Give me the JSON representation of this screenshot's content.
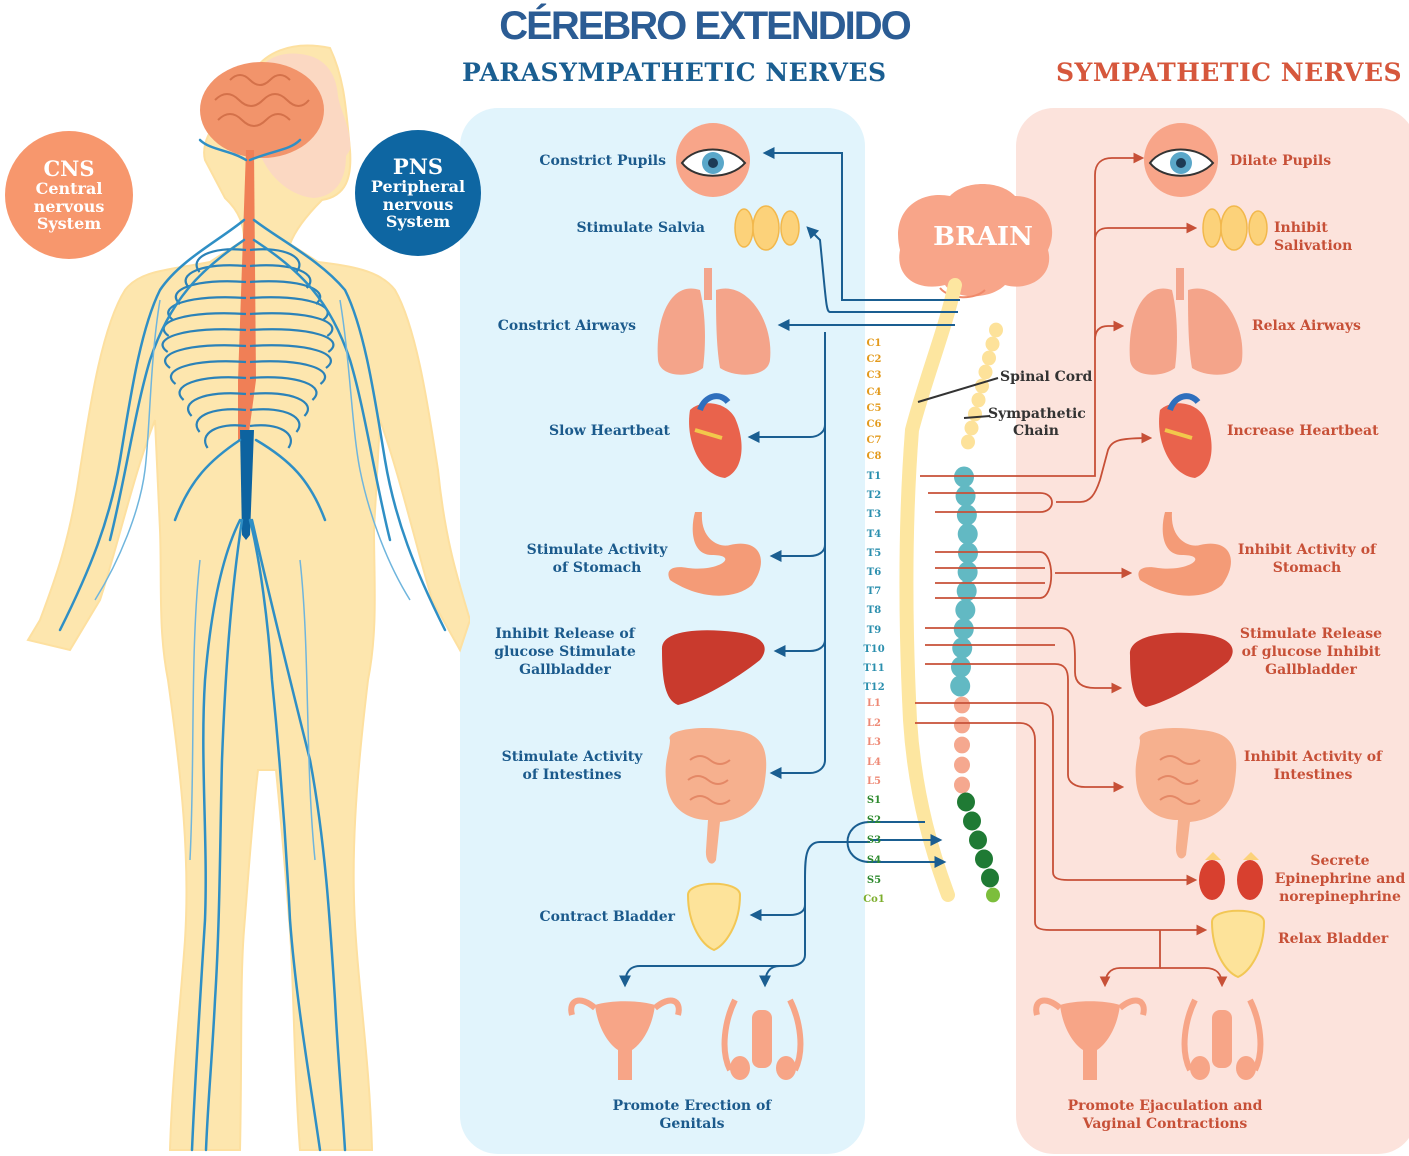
{
  "title": "CÉREBRO EXTENDIDO",
  "parasympathetic": {
    "heading": "PARASYMPATHETIC NERVES",
    "labels": {
      "pupils": "Constrict Pupils",
      "saliva": "Stimulate Salvia",
      "airways": "Constrict Airways",
      "heart": "Slow Heartbeat",
      "stomach": "Stimulate Activity of Stomach",
      "liver": "Inhibit Release of glucose Stimulate Gallbladder",
      "intestines": "Stimulate Activity of Intestines",
      "bladder": "Contract Bladder",
      "genitals": "Promote Erection of Genitals"
    }
  },
  "sympathetic": {
    "heading": "SYMPATHETIC NERVES",
    "labels": {
      "pupils": "Dilate Pupils",
      "saliva": "Inhibit Salivation",
      "airways": "Relax Airways",
      "heart": "Increase Heartbeat",
      "stomach": "Inhibit Activity of Stomach",
      "liver": "Stimulate Release of glucose Inhibit Gallbladder",
      "intestines": "Inhibit Activity of Intestines",
      "adrenal": "Secrete Epinephrine and norepinephrine",
      "bladder": "Relax Bladder",
      "genitals": "Promote Ejaculation and Vaginal Contractions"
    }
  },
  "badges": {
    "cns": {
      "abbr": "CNS",
      "l1": "Central",
      "l2": "nervous",
      "l3": "System"
    },
    "pns": {
      "abbr": "PNS",
      "l1": "Peripheral",
      "l2": "nervous",
      "l3": "System"
    }
  },
  "center": {
    "brain": "BRAIN",
    "spinal_cord": "Spinal Cord",
    "sympathetic_chain_1": "Sympathetic",
    "sympathetic_chain_2": "Chain"
  },
  "segments": {
    "cervical": [
      "C1",
      "C2",
      "C3",
      "C4",
      "C5",
      "C6",
      "C7",
      "C8"
    ],
    "thoracic": [
      "T1",
      "T2",
      "T3",
      "T4",
      "T5",
      "T6",
      "T7",
      "T8",
      "T9",
      "T10",
      "T11",
      "T12"
    ],
    "lumbar": [
      "L1",
      "L2",
      "L3",
      "L4",
      "L5"
    ],
    "sacral": [
      "S1",
      "S2",
      "S3",
      "S4",
      "S5"
    ],
    "coccygeal": [
      "Co1"
    ]
  },
  "colors": {
    "parasympathetic": "#1a5e91",
    "sympathetic": "#d6573c",
    "para_panel": "#e1f4fc",
    "symp_panel": "#fce3dc",
    "cns": "#f7976d",
    "pns": "#0e66a2"
  }
}
